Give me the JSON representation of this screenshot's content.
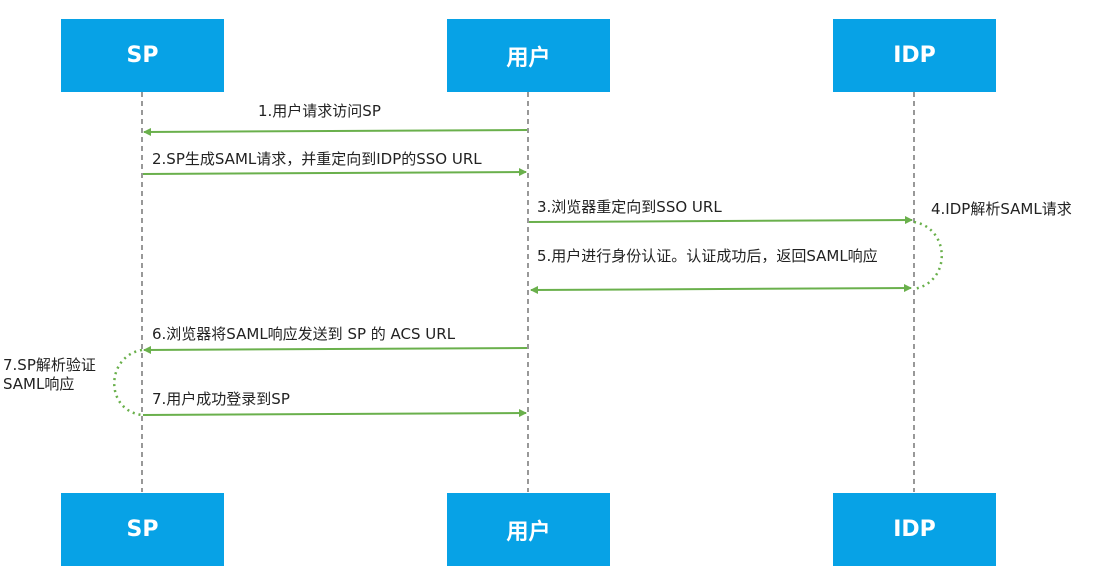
{
  "actors": {
    "sp": "SP",
    "user": "用户",
    "idp": "IDP"
  },
  "colors": {
    "actor_fill": "#07a2e6",
    "actor_text": "#ffffff",
    "arrow": "#6ab04c",
    "lifeline": "#555555"
  },
  "steps": {
    "s1": "1.用户请求访问SP",
    "s2": "2.SP生成SAML请求，并重定向到IDP的SSO URL",
    "s3": "3.浏览器重定向到SSO URL",
    "s4": "4.IDP解析SAML请求",
    "s5": "5.用户进行身份认证。认证成功后，返回SAML响应",
    "s6": "6.浏览器将SAML响应发送到 SP 的 ACS URL",
    "s7a": "7.SP解析验证SAML响应",
    "s7b": "7.用户成功登录到SP"
  }
}
